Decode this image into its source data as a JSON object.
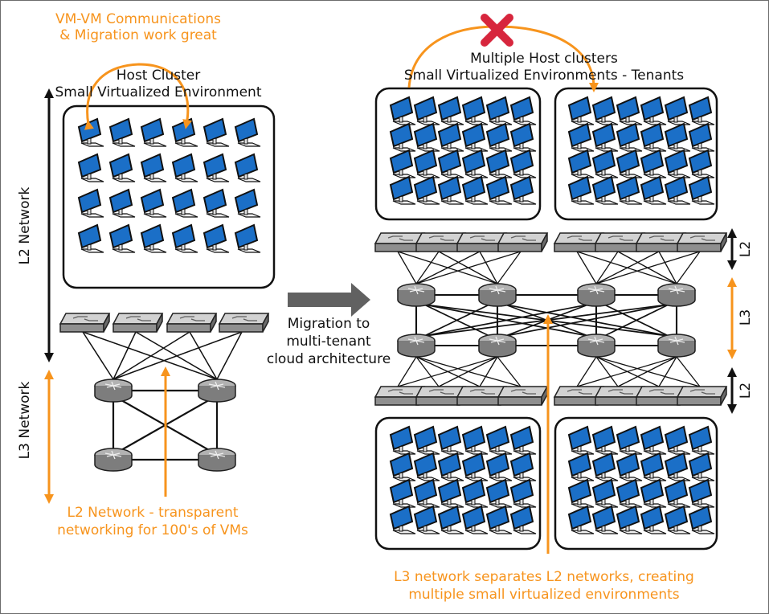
{
  "annotations": {
    "vm_comms": [
      "VM-VM Communications",
      "& Migration work great"
    ],
    "host_cluster": [
      "Host Cluster",
      "Small Virtualized Environment"
    ],
    "multiple_clusters": [
      "Multiple Host clusters",
      "Small Virtualized Environments - Tenants"
    ],
    "migration_label": [
      "Migration to",
      "multi-tenant",
      "cloud architecture"
    ],
    "l2_transparent": [
      "L2 Network - transparent",
      "networking for 100's of VMs"
    ],
    "l3_separates": [
      "L3 network separates L2 networks, creating",
      "multiple small virtualized environments"
    ]
  },
  "axis_labels": {
    "l2_network": "L2 Network",
    "l3_network": "L3 Network",
    "l2_top": "L2",
    "l3_mid": "L3",
    "l2_bottom": "L2"
  },
  "colors": {
    "orange": "#f7941d",
    "black": "#111111",
    "screen_blue": "#1c6fc4",
    "red_x": "#d7263d",
    "switch_gray": "#c9c9c9",
    "router_gray": "#7b7b7b",
    "arrow_gray": "#616161"
  },
  "icons": {
    "vm": "computer-icon",
    "switch": "switch-icon",
    "router": "router-icon",
    "x_mark": "red-x-icon"
  }
}
